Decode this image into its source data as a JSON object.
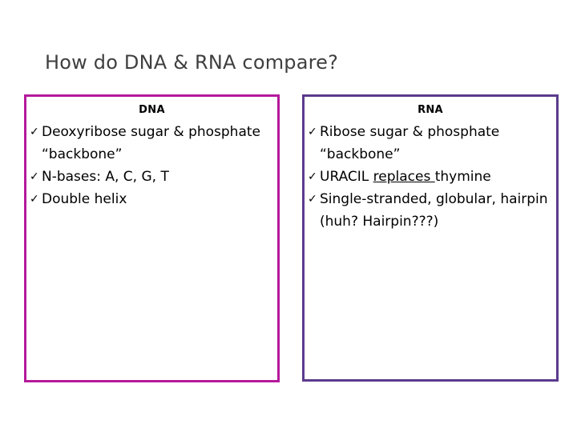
{
  "slide": {
    "title": "How do DNA & RNA compare?",
    "title_color": "#3f3f3f",
    "background": "#ffffff"
  },
  "boxes": [
    {
      "id": "dna",
      "header": "DNA",
      "border_color": "#b5199b",
      "bullet_glyph": "✓",
      "bullets": [
        {
          "text": "Deoxyribose sugar & phosphate “backbone”"
        },
        {
          "text": "N-bases: A, C, G, T"
        },
        {
          "text": "Double helix"
        }
      ]
    },
    {
      "id": "rna",
      "header": "RNA",
      "border_color": "#5b3b8c",
      "bullet_glyph": "✓",
      "bullets": [
        {
          "text": "Ribose sugar & phosphate “backbone”"
        },
        {
          "text": "URACIL replaces thymine",
          "pre": "URACIL ",
          "underlined": "replaces ",
          "post": "thymine"
        },
        {
          "text": "Single-stranded, globular, hairpin (huh? Hairpin???)"
        }
      ]
    }
  ]
}
